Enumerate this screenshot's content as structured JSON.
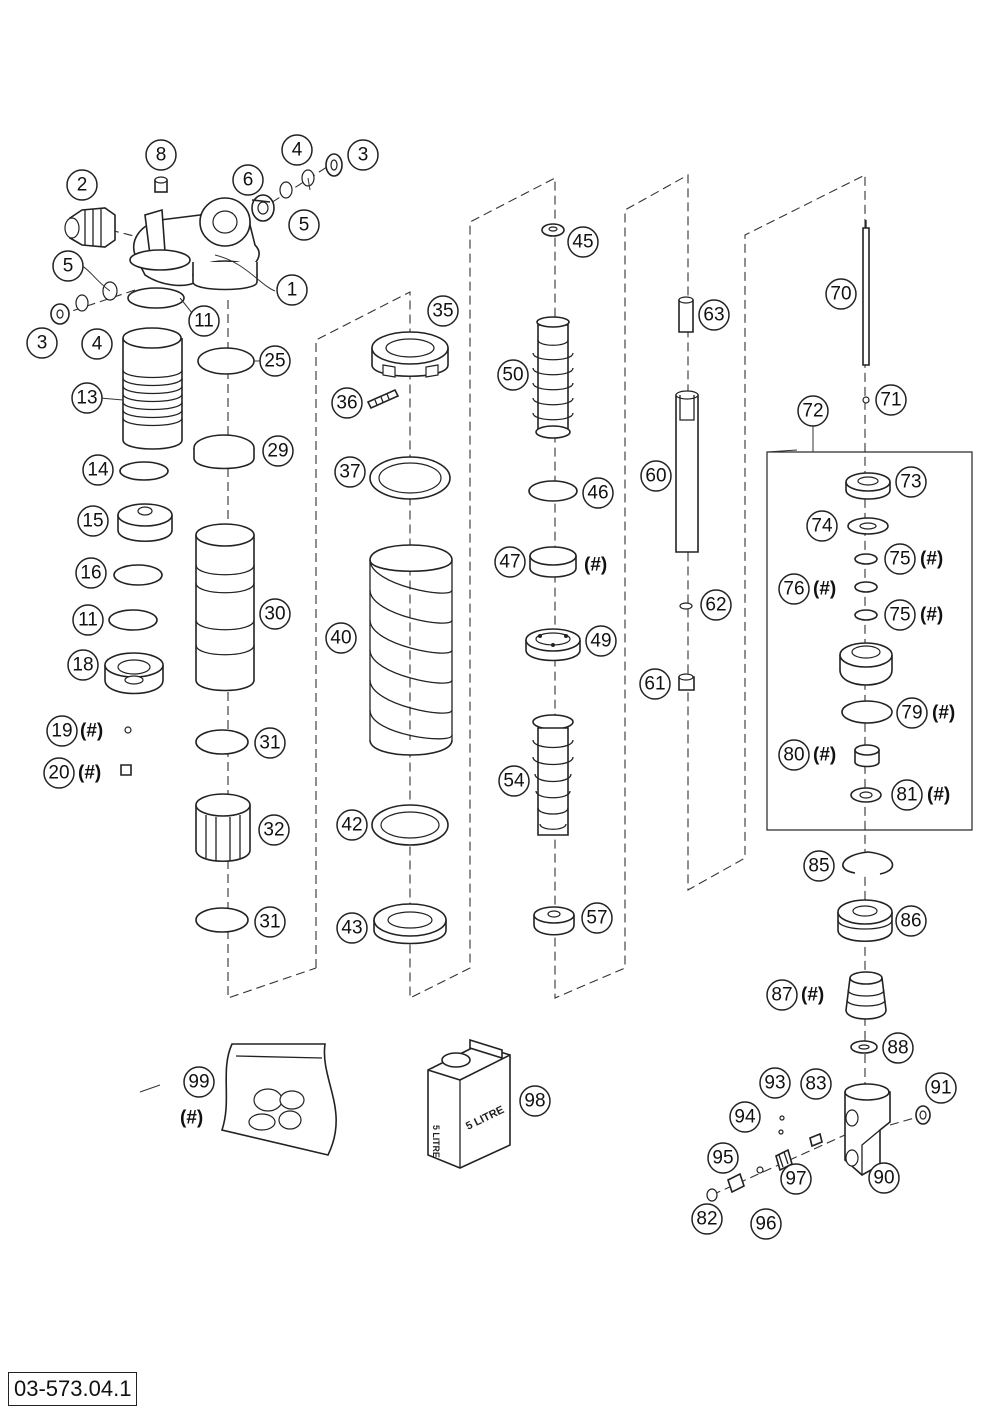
{
  "drawing_number": "03-573.04.1",
  "hash_marker": "(#)",
  "can_label": "5 LITRE",
  "can_label_side": "5 LITRE",
  "callouts": [
    {
      "id": "c1",
      "label": "1",
      "hash": false
    },
    {
      "id": "c2",
      "label": "2",
      "hash": false
    },
    {
      "id": "c3a",
      "label": "3",
      "hash": false
    },
    {
      "id": "c3b",
      "label": "3",
      "hash": false
    },
    {
      "id": "c4a",
      "label": "4",
      "hash": false
    },
    {
      "id": "c4b",
      "label": "4",
      "hash": false
    },
    {
      "id": "c5a",
      "label": "5",
      "hash": false
    },
    {
      "id": "c5b",
      "label": "5",
      "hash": false
    },
    {
      "id": "c6",
      "label": "6",
      "hash": false
    },
    {
      "id": "c8",
      "label": "8",
      "hash": false
    },
    {
      "id": "c11a",
      "label": "11",
      "hash": false
    },
    {
      "id": "c11b",
      "label": "11",
      "hash": false
    },
    {
      "id": "c13",
      "label": "13",
      "hash": false
    },
    {
      "id": "c14",
      "label": "14",
      "hash": false
    },
    {
      "id": "c15",
      "label": "15",
      "hash": false
    },
    {
      "id": "c16",
      "label": "16",
      "hash": false
    },
    {
      "id": "c18",
      "label": "18",
      "hash": false
    },
    {
      "id": "c19",
      "label": "19",
      "hash": true
    },
    {
      "id": "c20",
      "label": "20",
      "hash": true
    },
    {
      "id": "c25",
      "label": "25",
      "hash": false
    },
    {
      "id": "c29",
      "label": "29",
      "hash": false
    },
    {
      "id": "c30",
      "label": "30",
      "hash": false
    },
    {
      "id": "c31a",
      "label": "31",
      "hash": false
    },
    {
      "id": "c31b",
      "label": "31",
      "hash": false
    },
    {
      "id": "c32",
      "label": "32",
      "hash": false
    },
    {
      "id": "c35",
      "label": "35",
      "hash": false
    },
    {
      "id": "c36",
      "label": "36",
      "hash": false
    },
    {
      "id": "c37",
      "label": "37",
      "hash": false
    },
    {
      "id": "c40",
      "label": "40",
      "hash": false
    },
    {
      "id": "c42",
      "label": "42",
      "hash": false
    },
    {
      "id": "c43",
      "label": "43",
      "hash": false
    },
    {
      "id": "c45",
      "label": "45",
      "hash": false
    },
    {
      "id": "c46",
      "label": "46",
      "hash": false
    },
    {
      "id": "c47",
      "label": "47",
      "hash": true
    },
    {
      "id": "c49",
      "label": "49",
      "hash": false
    },
    {
      "id": "c50",
      "label": "50",
      "hash": false
    },
    {
      "id": "c54",
      "label": "54",
      "hash": false
    },
    {
      "id": "c57",
      "label": "57",
      "hash": false
    },
    {
      "id": "c60",
      "label": "60",
      "hash": false
    },
    {
      "id": "c61",
      "label": "61",
      "hash": false
    },
    {
      "id": "c62",
      "label": "62",
      "hash": false
    },
    {
      "id": "c63",
      "label": "63",
      "hash": false
    },
    {
      "id": "c70",
      "label": "70",
      "hash": false
    },
    {
      "id": "c71",
      "label": "71",
      "hash": false
    },
    {
      "id": "c72",
      "label": "72",
      "hash": false
    },
    {
      "id": "c73",
      "label": "73",
      "hash": false
    },
    {
      "id": "c74",
      "label": "74",
      "hash": false
    },
    {
      "id": "c75a",
      "label": "75",
      "hash": true
    },
    {
      "id": "c75b",
      "label": "75",
      "hash": true
    },
    {
      "id": "c76",
      "label": "76",
      "hash": true
    },
    {
      "id": "c79",
      "label": "79",
      "hash": true
    },
    {
      "id": "c80",
      "label": "80",
      "hash": true
    },
    {
      "id": "c81",
      "label": "81",
      "hash": true
    },
    {
      "id": "c82",
      "label": "82",
      "hash": false
    },
    {
      "id": "c83",
      "label": "83",
      "hash": false
    },
    {
      "id": "c85",
      "label": "85",
      "hash": false
    },
    {
      "id": "c86",
      "label": "86",
      "hash": false
    },
    {
      "id": "c87",
      "label": "87",
      "hash": true
    },
    {
      "id": "c88",
      "label": "88",
      "hash": false
    },
    {
      "id": "c90",
      "label": "90",
      "hash": false
    },
    {
      "id": "c91",
      "label": "91",
      "hash": false
    },
    {
      "id": "c93",
      "label": "93",
      "hash": false
    },
    {
      "id": "c94",
      "label": "94",
      "hash": false
    },
    {
      "id": "c95",
      "label": "95",
      "hash": false
    },
    {
      "id": "c96",
      "label": "96",
      "hash": false
    },
    {
      "id": "c97",
      "label": "97",
      "hash": false
    },
    {
      "id": "c98",
      "label": "98",
      "hash": false
    },
    {
      "id": "c99",
      "label": "99",
      "hash": true
    }
  ]
}
